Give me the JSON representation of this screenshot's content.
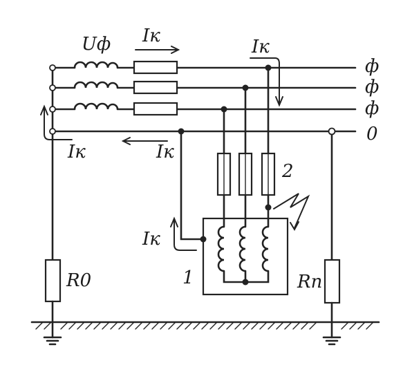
{
  "labels": {
    "u_phase": "Uф",
    "ik_top": "Iк",
    "ik_right": "Iк",
    "ik_left": "Iк",
    "ik_mid": "Iк",
    "ik_motor": "Iк",
    "phase1": "ф",
    "phase2": "ф",
    "phase3": "ф",
    "neutral": "0",
    "num_motor": "1",
    "num_fuses": "2",
    "r_zero": "R0",
    "r_p": "Rп"
  },
  "colors": {
    "ink": "#222222",
    "paper": "#ffffff"
  }
}
